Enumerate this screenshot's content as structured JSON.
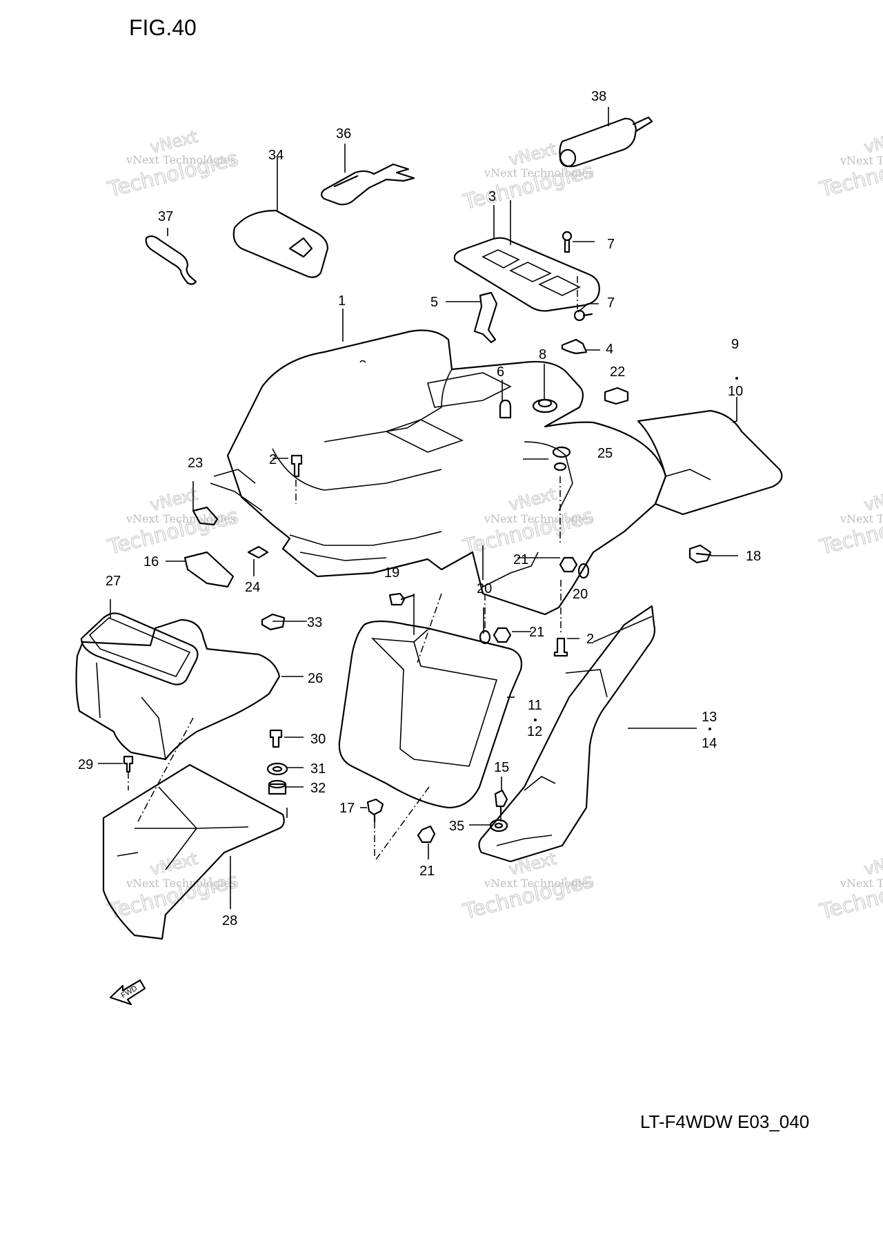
{
  "figure": {
    "title": "FIG.40",
    "code": "LT-F4WDW E03_040"
  },
  "watermark": {
    "small": "vNext Technologies",
    "word1": "vNext",
    "word2": "Technologies"
  },
  "fwd_label": "FWD",
  "callouts": {
    "p1": "1",
    "p2a": "2",
    "p2b": "2",
    "p3": "3",
    "p4": "4",
    "p5": "5",
    "p6": "6",
    "p7a": "7",
    "p7b": "7",
    "p8": "8",
    "p9": "9",
    "p10": "10",
    "p11": "11",
    "p12": "12",
    "p13": "13",
    "p14": "14",
    "p15": "15",
    "p16": "16",
    "p17": "17",
    "p18": "18",
    "p19": "19",
    "p20a": "20",
    "p20b": "20",
    "p21a": "21",
    "p21b": "21",
    "p21c": "21",
    "p22": "22",
    "p23": "23",
    "p24": "24",
    "p25": "25",
    "p26": "26",
    "p27": "27",
    "p28": "28",
    "p29": "29",
    "p30": "30",
    "p31": "31",
    "p32": "32",
    "p33": "33",
    "p34": "34",
    "p35": "35",
    "p36": "36",
    "p37": "37",
    "p38": "38"
  }
}
